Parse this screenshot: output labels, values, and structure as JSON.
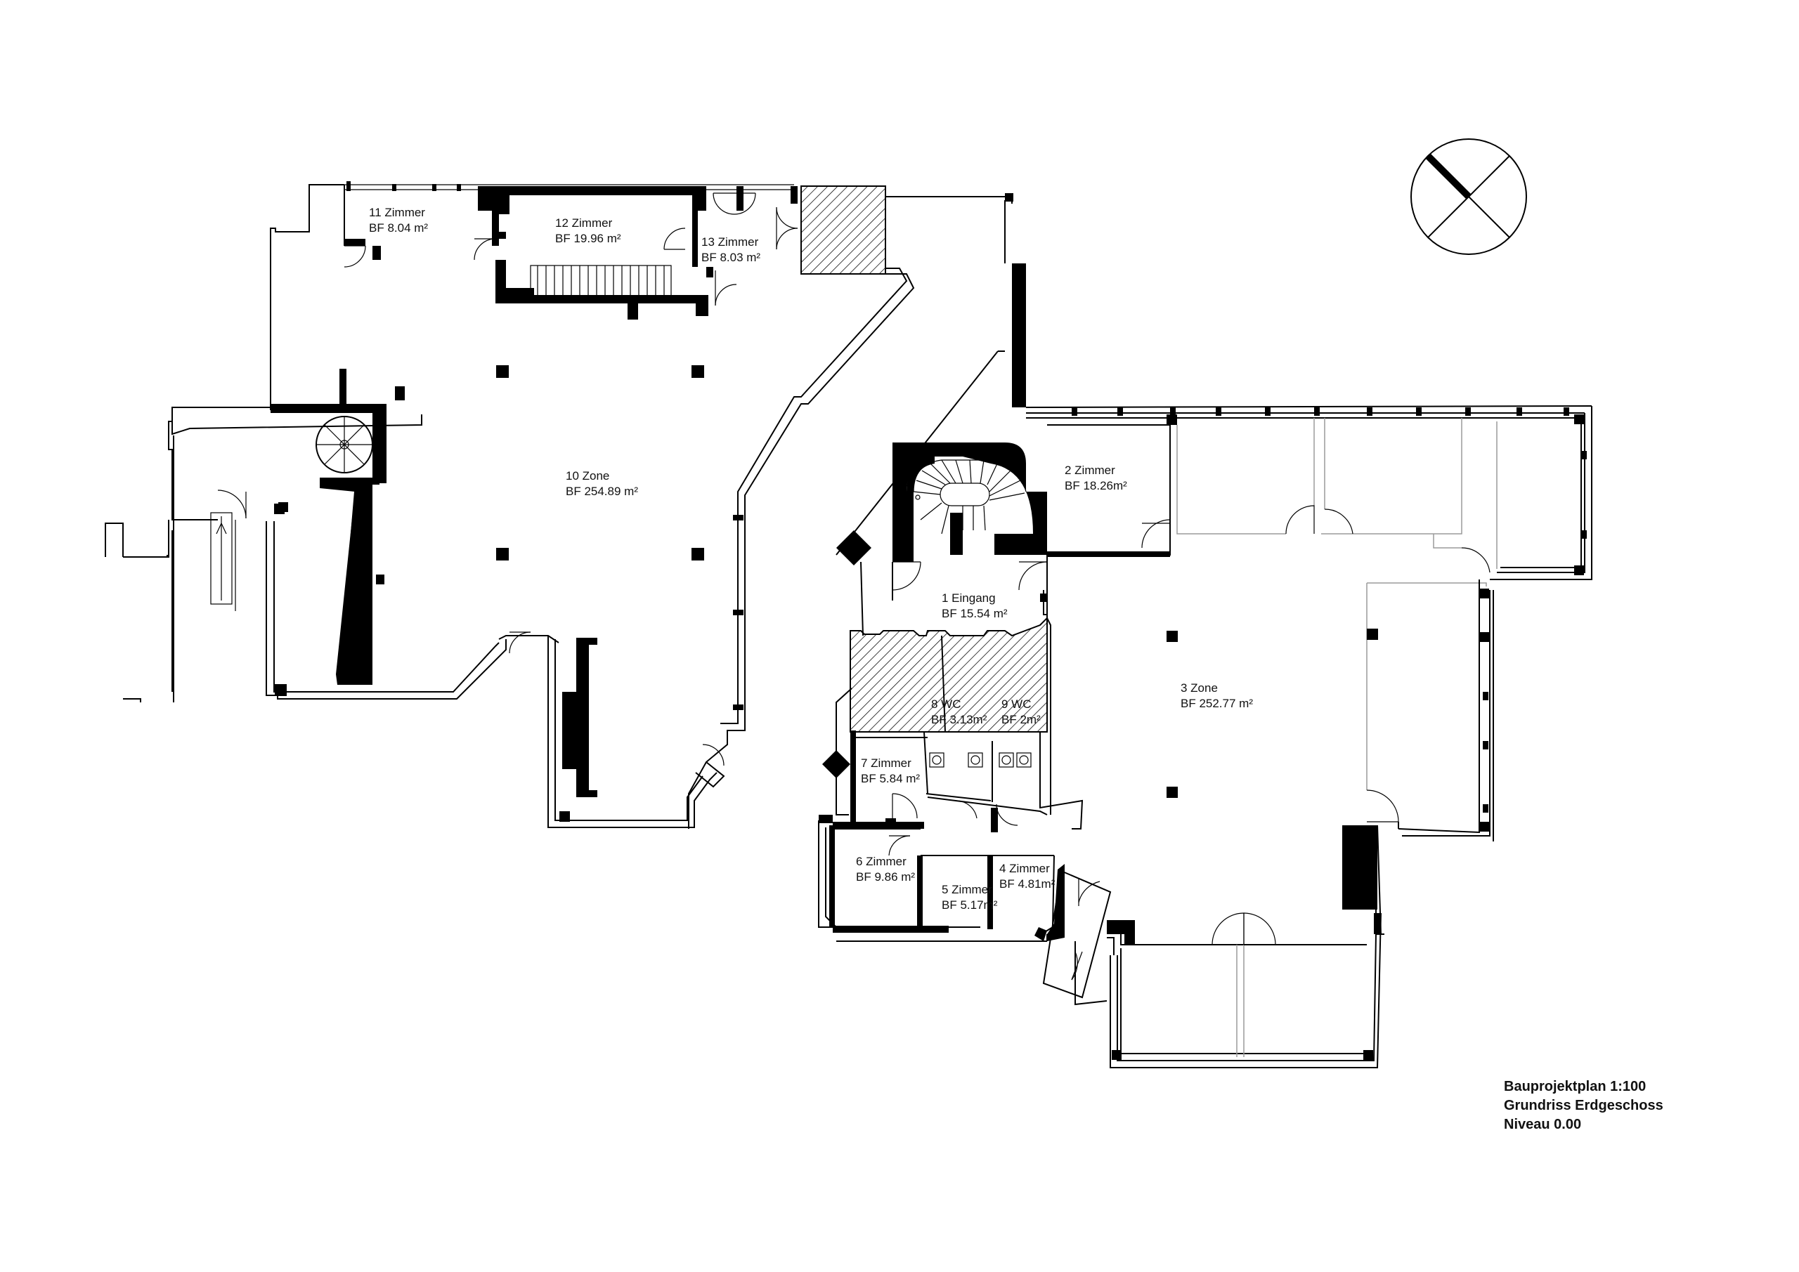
{
  "rooms": [
    {
      "name": "11 Zimmer",
      "area": "BF 8.04 m²"
    },
    {
      "name": "12 Zimmer",
      "area": "BF 19.96 m²"
    },
    {
      "name": "13 Zimmer",
      "area": "BF 8.03 m²"
    },
    {
      "name": "10 Zone",
      "area": "BF 254.89 m²"
    },
    {
      "name": "2 Zimmer",
      "area": "BF 18.26m²"
    },
    {
      "name": "1 Eingang",
      "area": "BF 15.54 m²"
    },
    {
      "name": "3 Zone",
      "area": "BF 252.77 m²"
    },
    {
      "name": "8 WC",
      "area": "BF 3.13m²"
    },
    {
      "name": "9 WC",
      "area": "BF 2m²"
    },
    {
      "name": "7 Zimmer",
      "area": "BF 5.84 m²"
    },
    {
      "name": "6 Zimmer",
      "area": "BF 9.86 m²"
    },
    {
      "name": "5 Zimmer",
      "area": "BF 5.17m²"
    },
    {
      "name": "4 Zimmer",
      "area": "BF 4.81m²"
    }
  ],
  "title_block": {
    "line1": "Bauprojektplan 1:100",
    "line2": "Grundriss Erdgeschoss",
    "line3": "Niveau 0.00"
  },
  "north_arrow": {
    "icon": "north-arrow-icon"
  }
}
